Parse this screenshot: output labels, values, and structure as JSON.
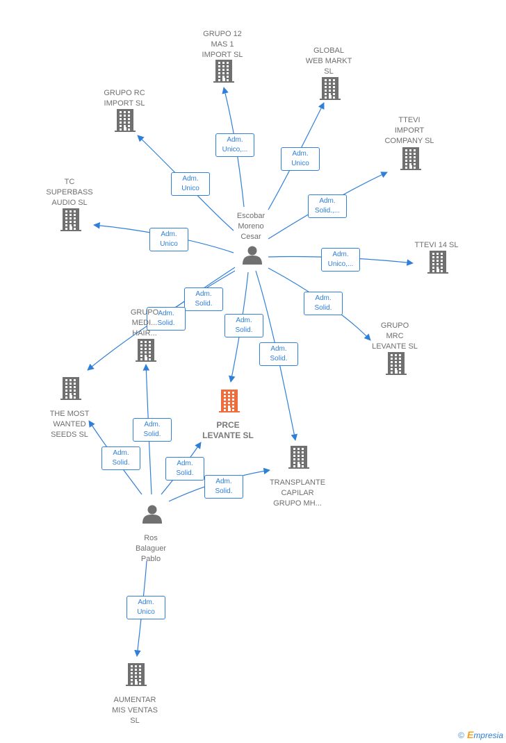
{
  "colors": {
    "edge": "#2f7fd8",
    "building": "#707070",
    "building_main": "#f26b3a",
    "person": "#707070"
  },
  "nodes": [
    {
      "id": "n1",
      "type": "company",
      "label": "GRUPO 12\nMAS 1\nIMPORT  SL",
      "icon": "building-icon"
    },
    {
      "id": "n2",
      "type": "company",
      "label": "GLOBAL\nWEB MARKT\nSL",
      "icon": "building-icon"
    },
    {
      "id": "n3",
      "type": "company",
      "label": "GRUPO RC\nIMPORT  SL",
      "icon": "building-icon"
    },
    {
      "id": "n4",
      "type": "company",
      "label": "TTEVI\nIMPORT\nCOMPANY  SL",
      "icon": "building-icon"
    },
    {
      "id": "n5",
      "type": "company",
      "label": "TC\nSUPERBASS\nAUDIO  SL",
      "icon": "building-icon"
    },
    {
      "id": "n6",
      "type": "company",
      "label": "TTEVI 14  SL",
      "icon": "building-icon"
    },
    {
      "id": "n7",
      "type": "person",
      "label": "Escobar\nMoreno\nCesar",
      "icon": "person-icon"
    },
    {
      "id": "n8",
      "type": "company",
      "label": "GRUPO\nMEDI...\nHAIR...",
      "icon": "building-icon"
    },
    {
      "id": "n9",
      "type": "company",
      "label": "GRUPO\nMRC\nLEVANTE  SL",
      "icon": "building-icon"
    },
    {
      "id": "n10",
      "type": "company",
      "label": "THE MOST\nWANTED\nSEEDS  SL",
      "icon": "building-icon"
    },
    {
      "id": "n11",
      "type": "company_main",
      "label": "PRCE\nLEVANTE  SL",
      "icon": "building-icon"
    },
    {
      "id": "n12",
      "type": "company",
      "label": "TRANSPLANTE\nCAPILAR\nGRUPO MH...",
      "icon": "building-icon"
    },
    {
      "id": "n13",
      "type": "person",
      "label": "Ros\nBalaguer\nPablo",
      "icon": "person-icon"
    },
    {
      "id": "n14",
      "type": "company",
      "label": "AUMENTAR\nMIS VENTAS\nSL",
      "icon": "building-icon"
    }
  ],
  "edges": [
    {
      "from": "n7",
      "to": "n1",
      "label": "Adm.\nUnico,..."
    },
    {
      "from": "n7",
      "to": "n2",
      "label": "Adm.\nUnico"
    },
    {
      "from": "n7",
      "to": "n3",
      "label": "Adm.\nUnico"
    },
    {
      "from": "n7",
      "to": "n4",
      "label": "Adm.\nSolid.,..."
    },
    {
      "from": "n7",
      "to": "n5",
      "label": "Adm.\nUnico"
    },
    {
      "from": "n7",
      "to": "n6",
      "label": "Adm.\nUnico,..."
    },
    {
      "from": "n7",
      "to": "n8",
      "label": "Adm.\nSolid."
    },
    {
      "from": "n7",
      "to": "n10",
      "label": "Adm.\nSolid."
    },
    {
      "from": "n7",
      "to": "n9",
      "label": "Adm.\nSolid."
    },
    {
      "from": "n7",
      "to": "n11",
      "label": "Adm.\nSolid."
    },
    {
      "from": "n7",
      "to": "n12",
      "label": "Adm.\nSolid."
    },
    {
      "from": "n13",
      "to": "n10",
      "label": "Adm.\nSolid."
    },
    {
      "from": "n13",
      "to": "n8",
      "label": "Adm.\nSolid."
    },
    {
      "from": "n13",
      "to": "n11",
      "label": "Adm.\nSolid."
    },
    {
      "from": "n13",
      "to": "n12",
      "label": "Adm.\nSolid."
    },
    {
      "from": "n13",
      "to": "n14",
      "label": "Adm.\nUnico"
    }
  ],
  "footer": {
    "copyright": "©",
    "brand_initial": "E",
    "brand_rest": "mpresia"
  }
}
